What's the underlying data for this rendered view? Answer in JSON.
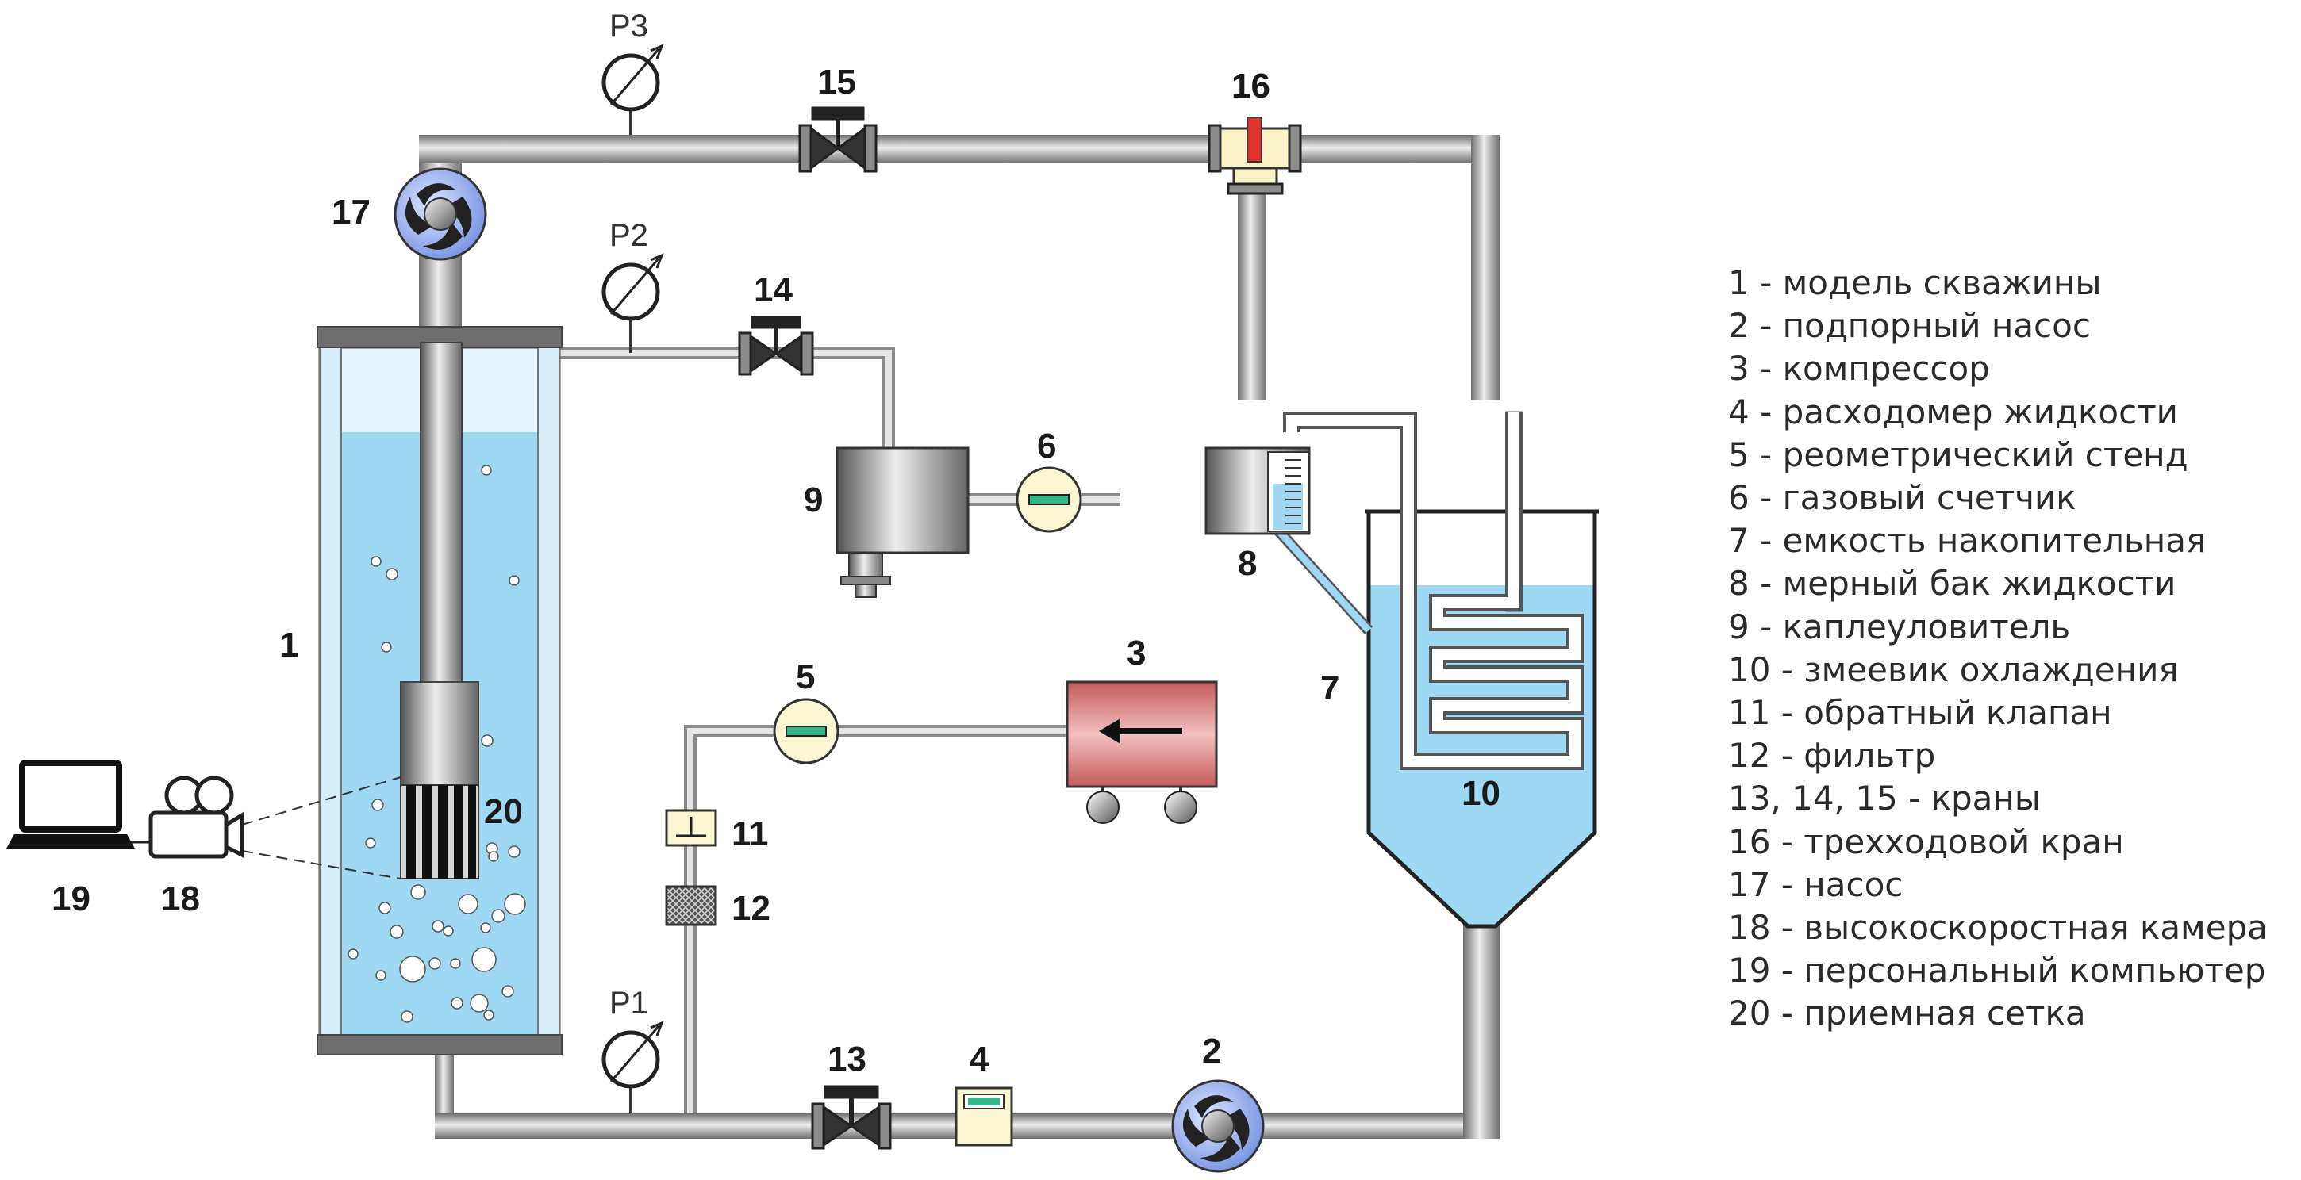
{
  "labels": {
    "n1": "1",
    "n2": "2",
    "n3": "3",
    "n4": "4",
    "n5": "5",
    "n6": "6",
    "n7": "7",
    "n8": "8",
    "n9": "9",
    "n10": "10",
    "n11": "11",
    "n12": "12",
    "n13": "13",
    "n14": "14",
    "n15": "15",
    "n16": "16",
    "n17": "17",
    "n18": "18",
    "n19": "19",
    "n20": "20",
    "p1": "P1",
    "p2": "P2",
    "p3": "P3"
  },
  "legend": [
    "1 - модель скважины",
    "2 - подпорный насос",
    "3 - компрессор",
    "4 - расходомер жидкости",
    "5 - реометрический стенд",
    "6 - газовый счетчик",
    "7 - емкость накопительная",
    "8 - мерный бак жидкости",
    "9 - каплеуловитель",
    "10 - змеевик охлаждения",
    "11 - обратный клапан",
    "12 - фильтр",
    "13, 14, 15 - краны",
    "16 - трехходовой кран",
    "17 - насос",
    "18 - высокоскоростная камера",
    "19 - персональный компьютер",
    "20 - приемная сетка"
  ],
  "colors": {
    "pipe": "#a9a9a9",
    "liquid": "#9fd8f3",
    "pump_blue": "#7f9be6",
    "compressor_red": "#d97070",
    "meter_yellow": "#fbf6d2",
    "indicator_green": "#35b58a",
    "valve_red": "#e0322c"
  }
}
